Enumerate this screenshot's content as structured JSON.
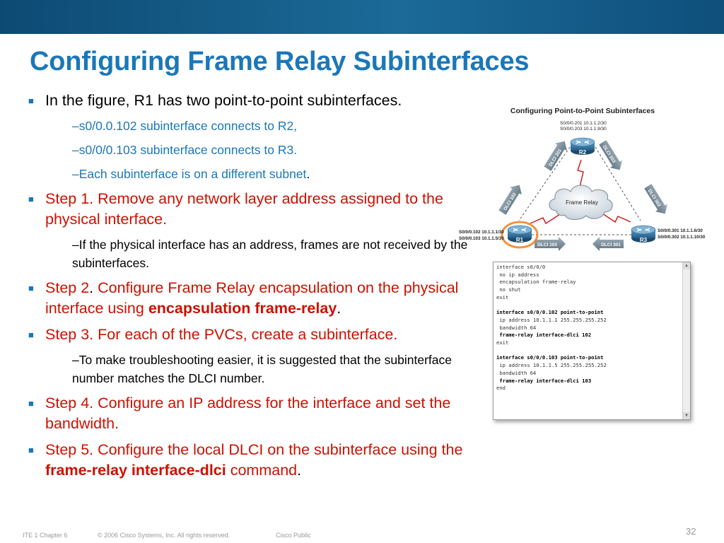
{
  "slide": {
    "title": "Configuring Frame Relay Subinterfaces"
  },
  "bullets": {
    "b1": "In the figure, R1 has two point-to-point subinterfaces.",
    "b1_sub1": "–s0/0.0.102 subinterface connects to R2,",
    "b1_sub2": "–s0/0/0.103 subinterface connects to R3.",
    "b1_sub3": "–Each subinterface is on a different subnet",
    "b1_sub3_period": ".",
    "step1": "Step 1. Remove any network layer address assigned to the physical interface.",
    "step1_sub": "–If the physical interface has an address, frames are not received by the subinterfaces.",
    "step2_a": "Step 2",
    "step2_dot": ".",
    "step2_b": " Configure Frame Relay encapsulation on the physical interface using ",
    "step2_cmd": "encapsulation frame-relay",
    "step2_end": ".",
    "step3": "Step 3. For each of the PVCs, create a subinterface.",
    "step3_sub": "–To make troubleshooting easier, it is suggested that the subinterface number matches the DLCI number.",
    "step4": "Step 4. Configure an IP address for the interface and set the bandwidth.",
    "step5_a": "Step 5. Configure the local DLCI on the subinterface using the ",
    "step5_cmd": "frame-relay interface-dlci",
    "step5_b": " command",
    "step5_end": "."
  },
  "figure": {
    "title": "Configuring Point-to-Point Subinterfaces",
    "r2_addr1": "S0/0/0.201 10.1.1.2/30",
    "r2_addr2": "S0/0/0.203 10.1.1.9/30",
    "r1_addr1": "S0/0/0.102 10.1.1.1/30",
    "r1_addr2": "S0/0/0.103 10.1.1.5/30",
    "r3_addr1": "S0/0/0.301 10.1.1.6/30",
    "r3_addr2": "S0/0/0.302 10.1.1.10/30",
    "r1": "R1",
    "r2": "R2",
    "r3": "R3",
    "cloud": "Frame Relay",
    "dlci_201": "DLCI 201",
    "dlci_203": "DLCI 203",
    "dlci_102": "DLCI 102",
    "dlci_302": "DLCI 302",
    "dlci_103": "DLCI 103",
    "dlci_301": "DLCI 301"
  },
  "config": [
    {
      "text": "interface s0/0/0",
      "bold": false
    },
    {
      "text": " no ip address",
      "bold": false
    },
    {
      "text": " encapsulation frame-relay",
      "bold": false
    },
    {
      "text": " no shut",
      "bold": false
    },
    {
      "text": "exit",
      "bold": false
    },
    {
      "text": "",
      "bold": false
    },
    {
      "text": "interface s0/0/0.102 point-to-point",
      "bold": true
    },
    {
      "text": " ip address 10.1.1.1 255.255.255.252",
      "bold": false
    },
    {
      "text": " bandwidth 64",
      "bold": false
    },
    {
      "text": " frame-relay interface-dlci 102",
      "bold": true
    },
    {
      "text": "exit",
      "bold": false
    },
    {
      "text": "",
      "bold": false
    },
    {
      "text": "interface s0/0/0.103 point-to-point",
      "bold": true
    },
    {
      "text": " ip address 10.1.1.5 255.255.255.252",
      "bold": false
    },
    {
      "text": " bandwidth 64",
      "bold": false
    },
    {
      "text": " frame-relay interface-dlci 103",
      "bold": true
    },
    {
      "text": "end",
      "bold": false
    }
  ],
  "footer": {
    "course": "ITE 1 Chapter 6",
    "copyright": "© 2006 Cisco Systems, Inc. All rights reserved.",
    "classification": "Cisco Public",
    "page": "32"
  },
  "colors": {
    "title_blue": "#1b77b8",
    "step_red": "#cc1100",
    "topbar": "#0d4a73",
    "router_blue": "#2f6f9a",
    "highlight_orange": "#f08020"
  },
  "icons": [
    "bullet-square-icon",
    "router-icon",
    "cloud-icon",
    "lightning-link-icon",
    "pvc-arrow-icon",
    "scroll-arrow-icon"
  ]
}
